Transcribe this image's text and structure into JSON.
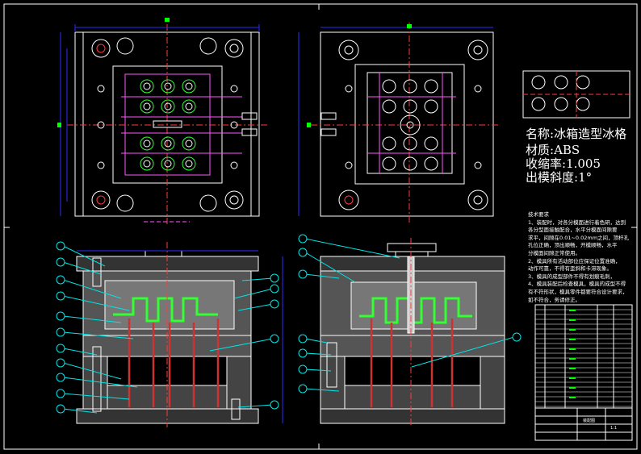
{
  "part": {
    "name_label": "名称:",
    "name_value": "冰箱造型冰格",
    "material_label": "材质:",
    "material_value": "ABS",
    "shrink_label": "收缩率:",
    "shrink_value": "1.005",
    "draft_label": "出模斜度:",
    "draft_value": "1°"
  },
  "tech_requirements": [
    "技术要求",
    "1、装配时，对各分模面进行着色研，达到",
    "各分型面接触配合，水平分模面间隙要",
    "求平，间隙在0.01~0.02mm之间，顶杆孔",
    "孔位正确，顶出顺畅，开模顺畅，水平",
    "分模面间隙正常使用。",
    "2、模具所有活动部位应保证位置准确，",
    "动作可靠，不得有歪斜和卡滞现象。",
    "3、模具的成型部件不得有划痕毛刺，",
    "4、模具装配后检查模具，模具的成型不得",
    "有不符形状，模具零件都要符合设计要求，",
    "如不符合，务请修正。"
  ],
  "title_block": {
    "drawing_title": "装配图",
    "scale": "1:1"
  },
  "colors": {
    "background": "#000000",
    "outline": "#ffffff",
    "dimension": "#2b2bff",
    "centerline": "#ff3b3b",
    "cooling": "#ff55ff",
    "leader": "#00e6e6",
    "cavity": "#33ff33",
    "marker": "#00ff00",
    "ejector": "#cc3333"
  }
}
